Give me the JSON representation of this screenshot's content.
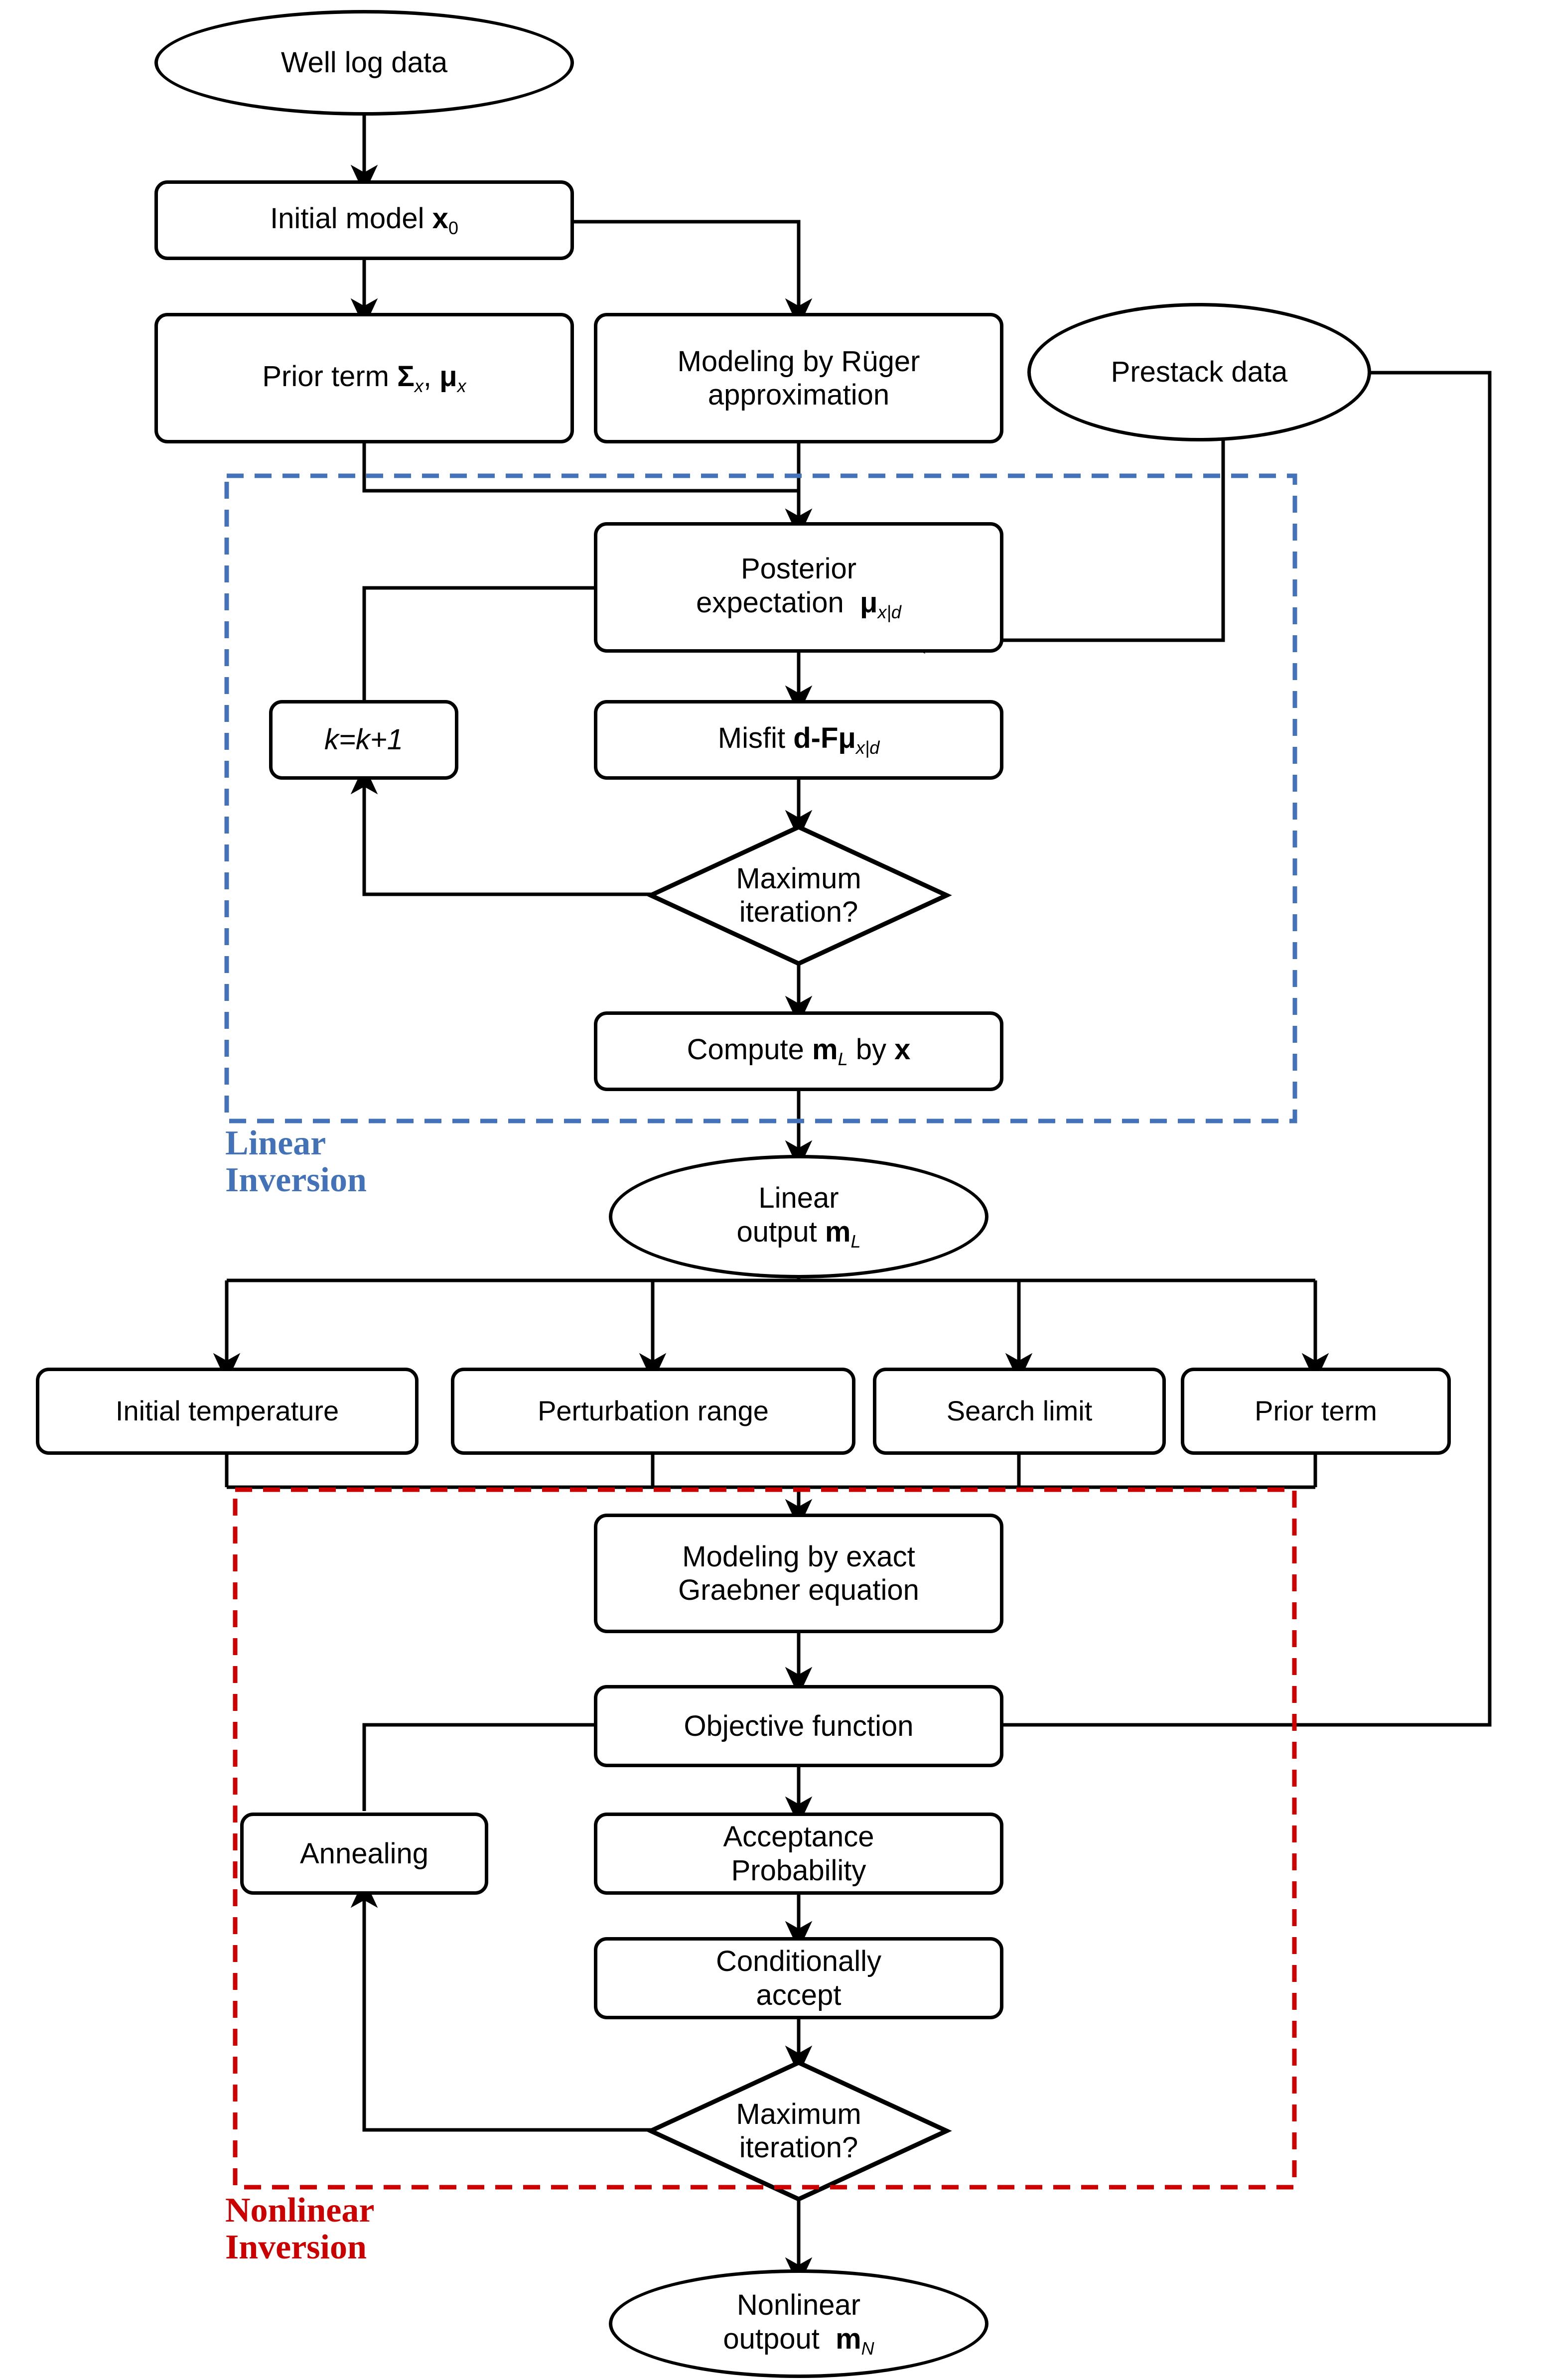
{
  "diagram": {
    "title": "Linear and Nonlinear Seismic Inversion Workflow",
    "type": "flowchart",
    "colors": {
      "linear_section": "#4472B8",
      "nonlinear_section": "#CC0000",
      "stroke": "#000000",
      "background": "#FFFFFF"
    },
    "sections": [
      {
        "id": "linear",
        "label_line1": "Linear",
        "label_line2": "Inversion",
        "color": "#4472B8",
        "border_style": "dashed"
      },
      {
        "id": "nonlinear",
        "label_line1": "Nonlinear",
        "label_line2": "Inversion",
        "color": "#CC0000",
        "border_style": "dashed"
      }
    ],
    "nodes": [
      {
        "id": "well-log-data",
        "shape": "ellipse",
        "lines": [
          {
            "text": "Well log data"
          }
        ]
      },
      {
        "id": "initial-model",
        "shape": "box",
        "lines": [
          {
            "text": "Initial model ",
            "var": "x",
            "sub": "0"
          }
        ]
      },
      {
        "id": "prior-term-sigma-mu",
        "shape": "box",
        "lines": [
          {
            "text": "Prior term ",
            "var": "Σ",
            "sub": "x",
            "var2": "μ",
            "sub2": "x",
            "sep": ", "
          }
        ]
      },
      {
        "id": "modeling-ruger",
        "shape": "box",
        "lines": [
          {
            "text": "Modeling by Rüger"
          },
          {
            "text": "approximation"
          }
        ]
      },
      {
        "id": "prestack-data",
        "shape": "ellipse",
        "lines": [
          {
            "text": "Prestack data"
          }
        ]
      },
      {
        "id": "posterior-expectation",
        "shape": "box",
        "lines": [
          {
            "text": "Posterior"
          },
          {
            "text": "expectation  ",
            "var": "μ",
            "sub": "x|d"
          }
        ]
      },
      {
        "id": "k-increment",
        "shape": "box",
        "lines": [
          {
            "text": "k=k+1",
            "italic": true
          }
        ]
      },
      {
        "id": "misfit",
        "shape": "box",
        "lines": [
          {
            "text": "Misfit ",
            "var": "d-Fμ",
            "sub": "x|d"
          }
        ]
      },
      {
        "id": "maximum-iteration-linear",
        "shape": "diamond",
        "lines": [
          {
            "text": "Maximum"
          },
          {
            "text": "iteration?"
          }
        ]
      },
      {
        "id": "compute-ml",
        "shape": "box",
        "lines": [
          {
            "text": "Compute ",
            "var": "m",
            "sub": "L",
            "tail": " by ",
            "var2": "x"
          }
        ]
      },
      {
        "id": "linear-output",
        "shape": "ellipse",
        "lines": [
          {
            "text": "Linear"
          },
          {
            "text": "output ",
            "var": "m",
            "sub": "L"
          }
        ]
      },
      {
        "id": "initial-temperature",
        "shape": "box",
        "lines": [
          {
            "text": "Initial temperature"
          }
        ]
      },
      {
        "id": "perturbation-range",
        "shape": "box",
        "lines": [
          {
            "text": "Perturbation range"
          }
        ]
      },
      {
        "id": "search-limit",
        "shape": "box",
        "lines": [
          {
            "text": "Search limit"
          }
        ]
      },
      {
        "id": "prior-term",
        "shape": "box",
        "lines": [
          {
            "text": "Prior term"
          }
        ]
      },
      {
        "id": "modeling-graebner",
        "shape": "box",
        "lines": [
          {
            "text": "Modeling by exact"
          },
          {
            "text": "Graebner equation"
          }
        ]
      },
      {
        "id": "objective-function",
        "shape": "box",
        "lines": [
          {
            "text": "Objective function"
          }
        ]
      },
      {
        "id": "annealing",
        "shape": "box",
        "lines": [
          {
            "text": "Annealing"
          }
        ]
      },
      {
        "id": "acceptance-probability",
        "shape": "box",
        "lines": [
          {
            "text": "Acceptance"
          },
          {
            "text": "Probability"
          }
        ]
      },
      {
        "id": "conditionally-accept",
        "shape": "box",
        "lines": [
          {
            "text": "Conditionally"
          },
          {
            "text": "accept"
          }
        ]
      },
      {
        "id": "maximum-iteration-nonlinear",
        "shape": "diamond",
        "lines": [
          {
            "text": "Maximum"
          },
          {
            "text": "iteration?"
          }
        ]
      },
      {
        "id": "nonlinear-output",
        "shape": "ellipse",
        "lines": [
          {
            "text": "Nonlinear"
          },
          {
            "text": "outpout  ",
            "var": "m",
            "sub": "N"
          }
        ]
      }
    ],
    "labels": {
      "well_log_data": "Well log data",
      "initial_model": "Initial model",
      "initial_model_var": "x",
      "initial_model_sub": "0",
      "prior_term_sigma_mu": "Prior term",
      "sigma": "Σ",
      "mu": "μ",
      "sub_x": "x",
      "comma": ",",
      "modeling_ruger_1": "Modeling by Rüger",
      "modeling_ruger_2": "approximation",
      "prestack_data": "Prestack data",
      "posterior_1": "Posterior",
      "posterior_2": "expectation",
      "posterior_var": "μ",
      "posterior_sub": "x|d",
      "k_increment": "k=k+1",
      "misfit": "Misfit",
      "misfit_var": "d-Fμ",
      "misfit_sub": "x|d",
      "maximum": "Maximum",
      "iteration": "iteration?",
      "compute": "Compute",
      "compute_var": "m",
      "compute_sub": "L",
      "compute_by": "by",
      "compute_x": "x",
      "linear_out_1": "Linear",
      "linear_out_2": "output",
      "linear_out_var": "m",
      "linear_out_sub": "L",
      "initial_temperature": "Initial temperature",
      "perturbation_range": "Perturbation range",
      "search_limit": "Search limit",
      "prior_term": "Prior term",
      "graebner_1": "Modeling by exact",
      "graebner_2": "Graebner equation",
      "objective_function": "Objective function",
      "annealing": "Annealing",
      "acceptance_1": "Acceptance",
      "acceptance_2": "Probability",
      "conditionally_1": "Conditionally",
      "conditionally_2": "accept",
      "nonlinear_out_1": "Nonlinear",
      "nonlinear_out_2": "outpout",
      "nonlinear_out_var": "m",
      "nonlinear_out_sub": "N",
      "linear_inversion_1": "Linear",
      "linear_inversion_2": "Inversion",
      "nonlinear_inversion_1": "Nonlinear",
      "nonlinear_inversion_2": "Inversion"
    }
  }
}
